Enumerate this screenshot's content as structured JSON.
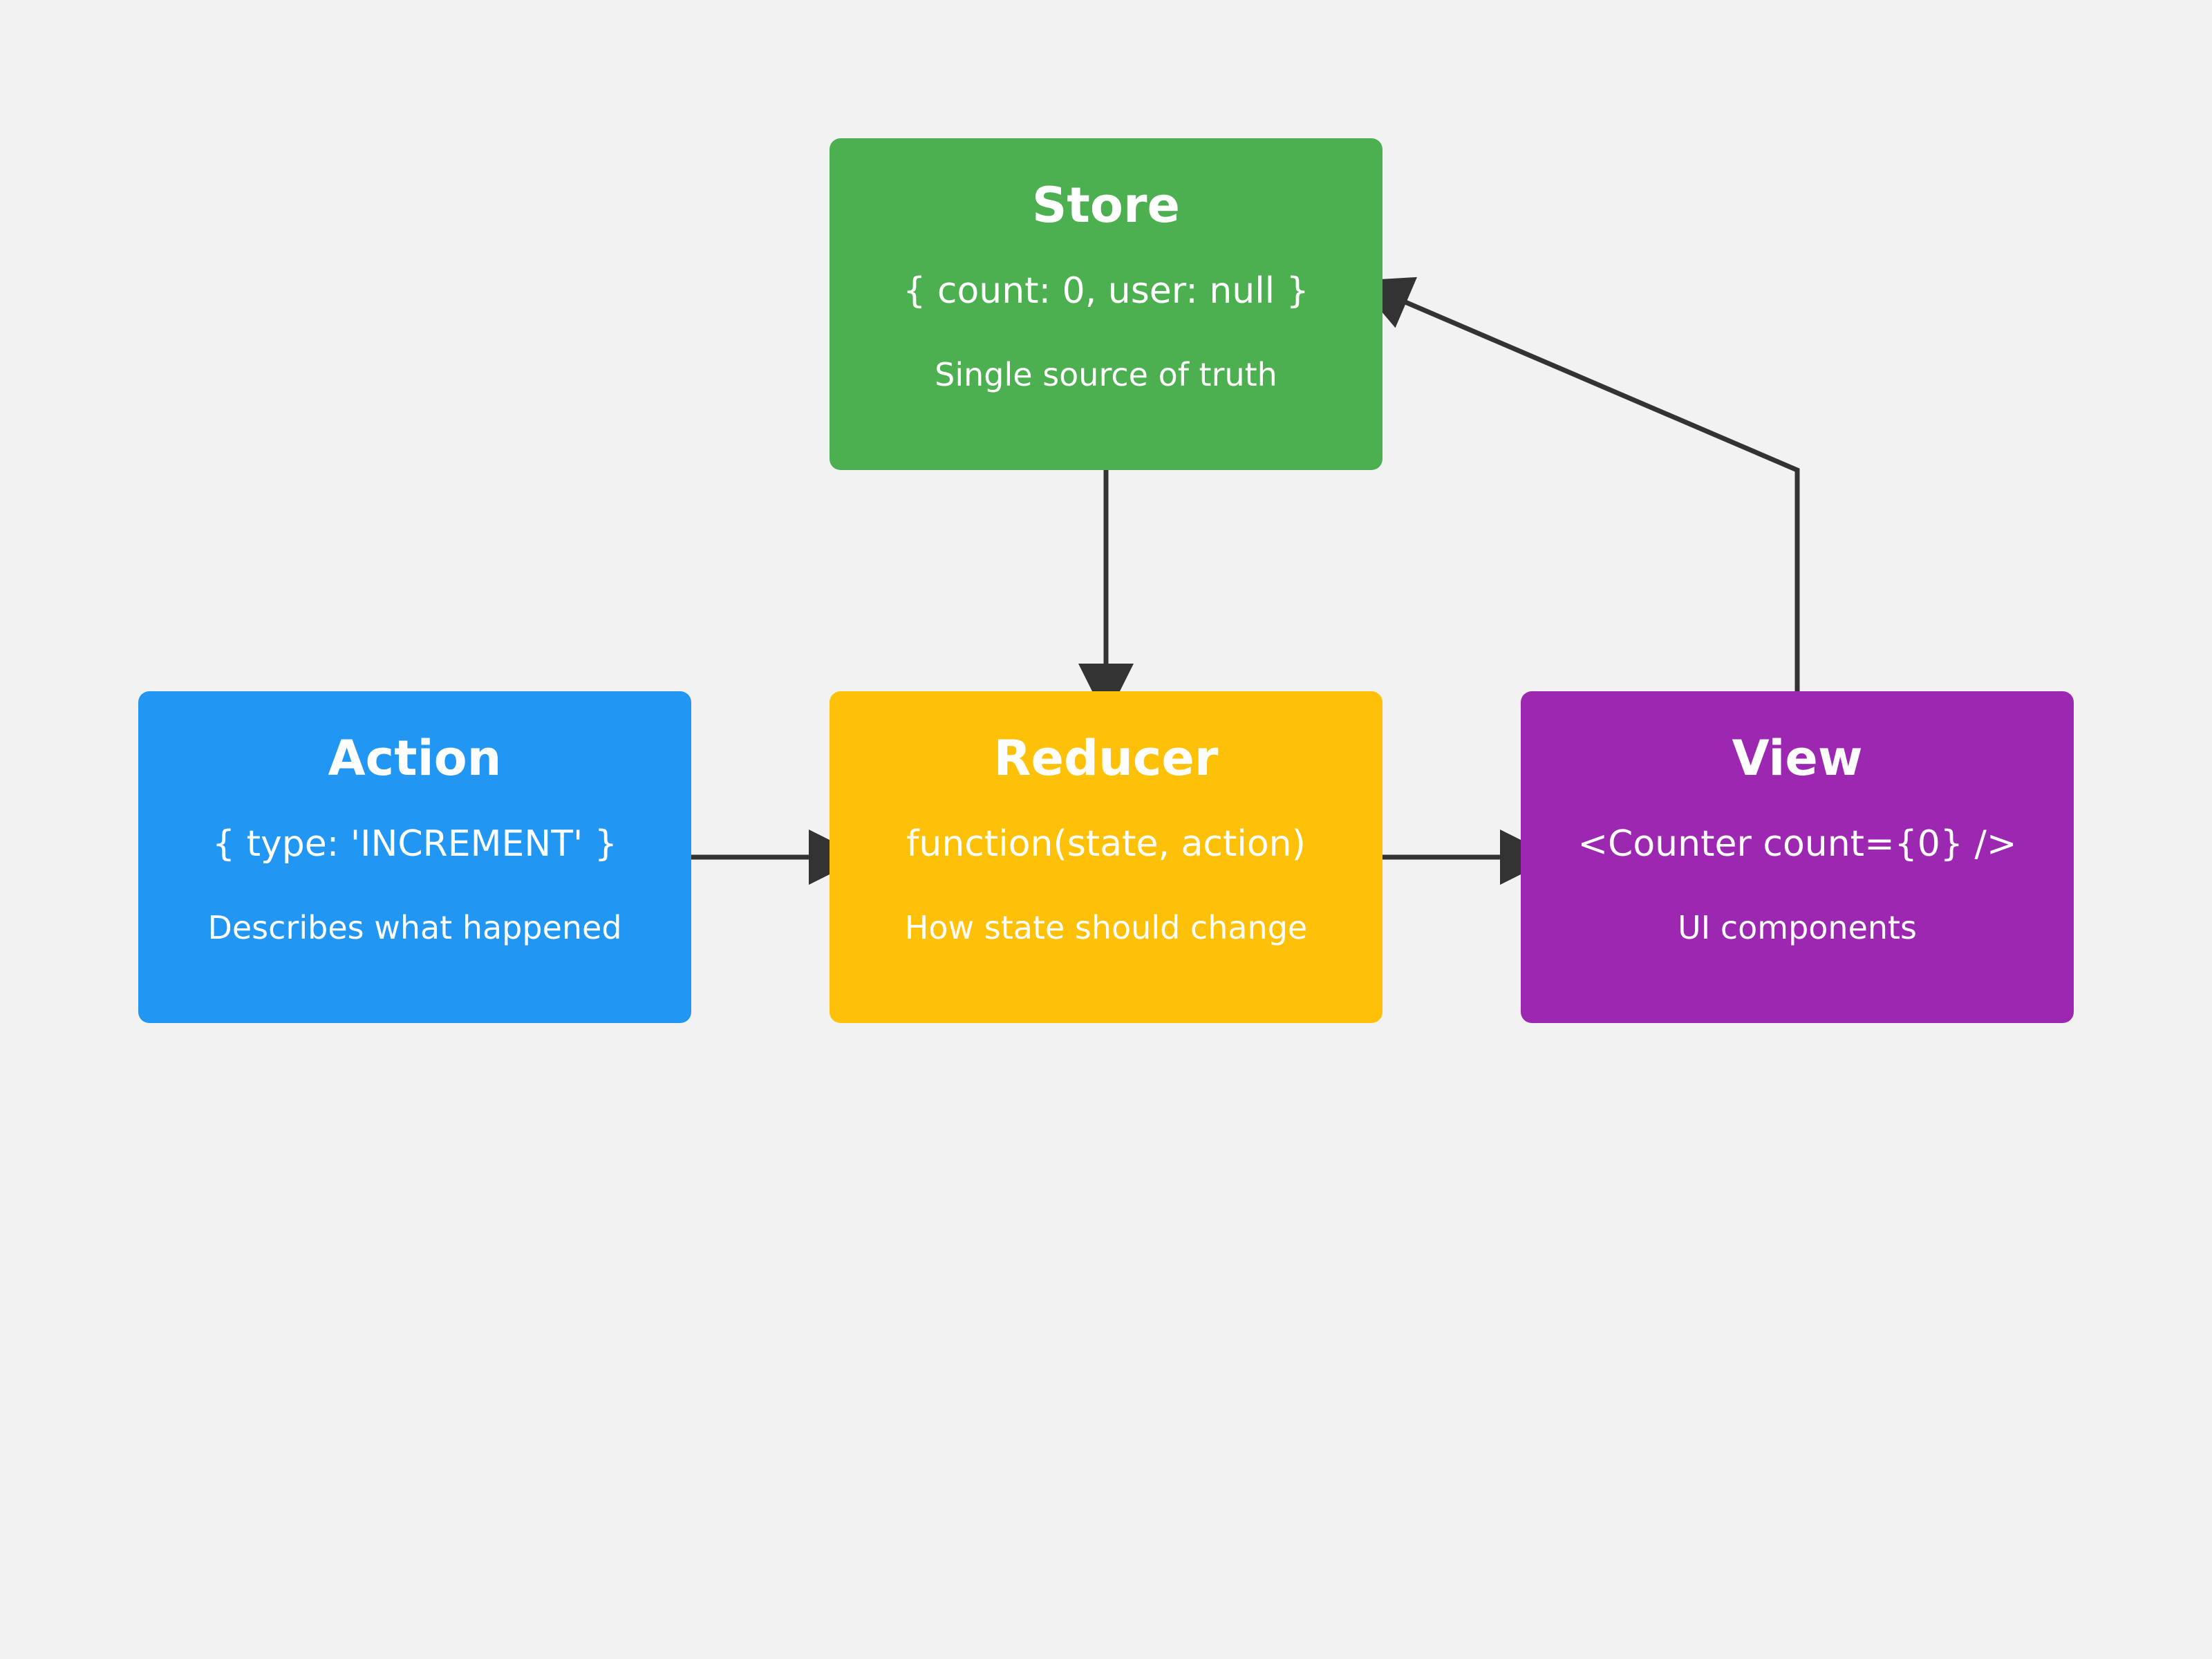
{
  "nodes": {
    "store": {
      "title": "Store",
      "code": "{ count: 0, user: null }",
      "desc": "Single source of truth",
      "color": "#4caf50"
    },
    "action": {
      "title": "Action",
      "code": "{ type: 'INCREMENT' }",
      "desc": "Describes what happened",
      "color": "#2196f3"
    },
    "reducer": {
      "title": "Reducer",
      "code": "function(state, action)",
      "desc": "How state should change",
      "color": "#ffc107"
    },
    "view": {
      "title": "View",
      "code": "<Counter count={0} />",
      "desc": "UI components",
      "color": "#9c27b0"
    }
  },
  "edges": [
    {
      "from": "store",
      "to": "reducer"
    },
    {
      "from": "action",
      "to": "reducer"
    },
    {
      "from": "reducer",
      "to": "view"
    },
    {
      "from": "view",
      "to": "store"
    }
  ],
  "colors": {
    "arrow": "#333333",
    "background": "#f2f2f2"
  }
}
